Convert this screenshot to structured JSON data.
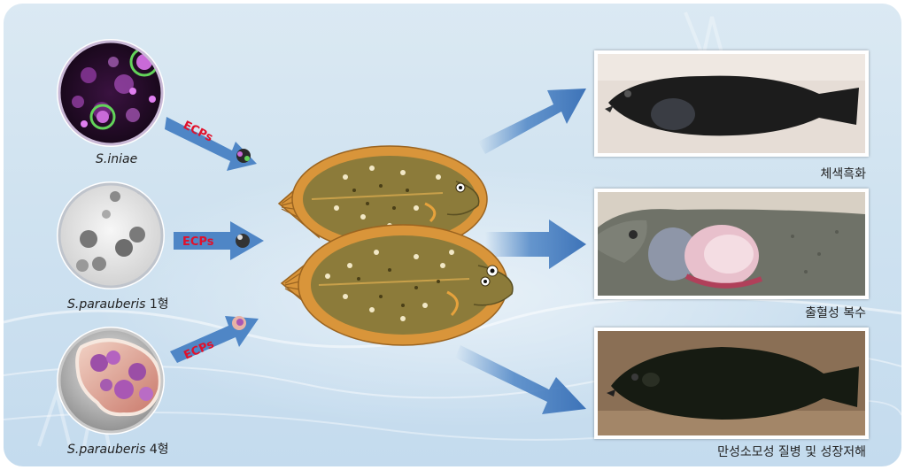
{
  "pathogens": [
    {
      "species": "S.iniae",
      "suffix": "",
      "ecp_label": "ECPs"
    },
    {
      "species": "S.parauberis",
      "suffix": " 1형",
      "ecp_label": "ECPs"
    },
    {
      "species": "S.parauberis",
      "suffix": " 4형",
      "ecp_label": "ECPs"
    }
  ],
  "outcomes": [
    {
      "label": "체색흑화"
    },
    {
      "label": "출혈성 복수"
    },
    {
      "label": "만성소모성 질병 및 성장저해"
    }
  ],
  "colors": {
    "background": "#cfe2f0",
    "arrow_blue": "#4f86c6",
    "ecp_text": "#e0112b",
    "fish_body": "#8c7b3a",
    "fin": "#d9953a"
  },
  "icons": [
    "fluorescence-micrograph",
    "stained-micrograph",
    "3d-bacteria-render",
    "flounder-illustration"
  ]
}
